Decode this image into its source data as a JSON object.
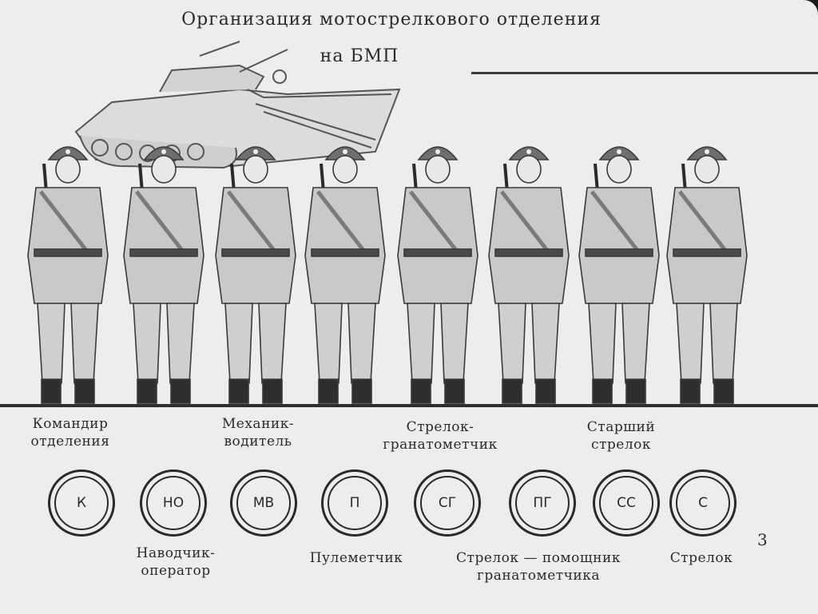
{
  "title": {
    "line1": "Организация мотострелкового отделения",
    "line2": "на  БМП"
  },
  "page_number": "3",
  "vehicle_icon": "bmp-vehicle-icon",
  "soldier_icon": "soldier-icon",
  "upper_labels": [
    {
      "id": "k-label",
      "text": "Командир\nотделения"
    },
    {
      "id": "mv-label",
      "text": "Механик-\nводитель"
    },
    {
      "id": "sg-label",
      "text": "Стрелок-\nгранатометчик"
    },
    {
      "id": "ss-label",
      "text": "Старший\nстрелок"
    }
  ],
  "lower_labels": [
    {
      "id": "no-label",
      "text": "Наводчик-\nоператор"
    },
    {
      "id": "p-label",
      "text": "Пулеметчик"
    },
    {
      "id": "pg-label",
      "text": "Стрелок — помощник\nгранатометчика"
    },
    {
      "id": "s-label",
      "text": "Стрелок"
    }
  ],
  "badges": [
    "К",
    "НО",
    "МВ",
    "П",
    "СГ",
    "ПГ",
    "СС",
    "С"
  ]
}
